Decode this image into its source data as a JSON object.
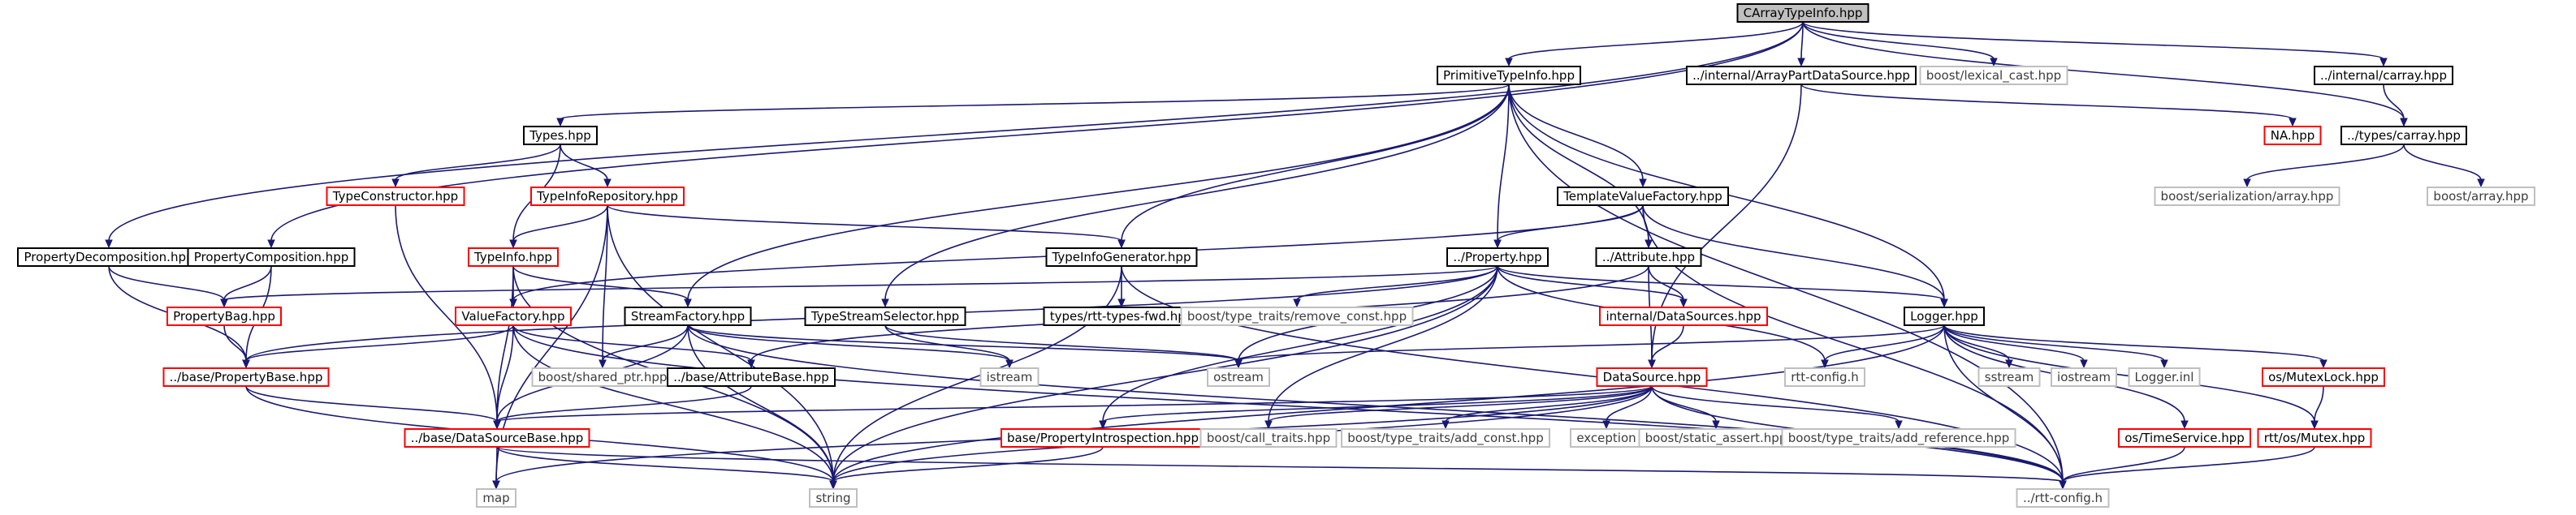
{
  "colors": {
    "edge": "#191970",
    "root_fill": "#bfbfbf",
    "plain_stroke": "#000000",
    "red_stroke": "#ff0000",
    "nodoc_stroke": "#bfbfbf",
    "text_dark": "#000000",
    "text_gray": "#3c3c3c"
  },
  "nodes": [
    {
      "id": "carraytypeinfo",
      "label": "CArrayTypeInfo.hpp",
      "kind": "root"
    },
    {
      "id": "primitivetypeinfo",
      "label": "PrimitiveTypeInfo.hpp",
      "kind": "plain"
    },
    {
      "id": "arraypartdatasource",
      "label": "../internal/ArrayPartDataSource.hpp",
      "kind": "plain"
    },
    {
      "id": "lexical_cast",
      "label": "boost/lexical_cast.hpp",
      "kind": "nodoc"
    },
    {
      "id": "internal_carray",
      "label": "../internal/carray.hpp",
      "kind": "plain"
    },
    {
      "id": "types_hpp",
      "label": "Types.hpp",
      "kind": "plain"
    },
    {
      "id": "na_hpp",
      "label": "NA.hpp",
      "kind": "red"
    },
    {
      "id": "types_carray",
      "label": "../types/carray.hpp",
      "kind": "plain"
    },
    {
      "id": "typeconstructor",
      "label": "TypeConstructor.hpp",
      "kind": "red"
    },
    {
      "id": "typeinforepository",
      "label": "TypeInfoRepository.hpp",
      "kind": "red"
    },
    {
      "id": "templatevaluefactory",
      "label": "TemplateValueFactory.hpp",
      "kind": "plain"
    },
    {
      "id": "boost_serialization_array",
      "label": "boost/serialization/array.hpp",
      "kind": "nodoc"
    },
    {
      "id": "boost_array",
      "label": "boost/array.hpp",
      "kind": "nodoc"
    },
    {
      "id": "propertydecomposition",
      "label": "PropertyDecomposition.hpp",
      "kind": "plain"
    },
    {
      "id": "propertycomposition",
      "label": "PropertyComposition.hpp",
      "kind": "plain"
    },
    {
      "id": "typeinfo_hpp",
      "label": "TypeInfo.hpp",
      "kind": "red"
    },
    {
      "id": "typeinfogenerator",
      "label": "TypeInfoGenerator.hpp",
      "kind": "plain"
    },
    {
      "id": "property_hpp",
      "label": "../Property.hpp",
      "kind": "plain"
    },
    {
      "id": "attribute_hpp",
      "label": "../Attribute.hpp",
      "kind": "plain"
    },
    {
      "id": "propertybag",
      "label": "PropertyBag.hpp",
      "kind": "red"
    },
    {
      "id": "valuefactory",
      "label": "ValueFactory.hpp",
      "kind": "red"
    },
    {
      "id": "streamfactory",
      "label": "StreamFactory.hpp",
      "kind": "plain"
    },
    {
      "id": "typestreamselector",
      "label": "TypeStreamSelector.hpp",
      "kind": "plain"
    },
    {
      "id": "types_rtt_fwd",
      "label": "types/rtt-types-fwd.hpp",
      "kind": "plain"
    },
    {
      "id": "remove_const",
      "label": "boost/type_traits/remove_const.hpp",
      "kind": "nodoc"
    },
    {
      "id": "internal_datasources",
      "label": "internal/DataSources.hpp",
      "kind": "red"
    },
    {
      "id": "logger_hpp",
      "label": "Logger.hpp",
      "kind": "plain"
    },
    {
      "id": "base_propertybase",
      "label": "../base/PropertyBase.hpp",
      "kind": "red"
    },
    {
      "id": "shared_ptr",
      "label": "boost/shared_ptr.hpp",
      "kind": "nodoc"
    },
    {
      "id": "base_attributebase",
      "label": "../base/AttributeBase.hpp",
      "kind": "plain"
    },
    {
      "id": "istream",
      "label": "istream",
      "kind": "nodoc"
    },
    {
      "id": "ostream",
      "label": "ostream",
      "kind": "nodoc"
    },
    {
      "id": "rtt_config_h",
      "label": "rtt-config.h",
      "kind": "nodoc"
    },
    {
      "id": "sstream",
      "label": "sstream",
      "kind": "nodoc"
    },
    {
      "id": "iostream",
      "label": "iostream",
      "kind": "nodoc"
    },
    {
      "id": "logger_inl",
      "label": "Logger.inl",
      "kind": "nodoc"
    },
    {
      "id": "os_mutexlock",
      "label": "os/MutexLock.hpp",
      "kind": "red"
    },
    {
      "id": "datasource_hpp",
      "label": "DataSource.hpp",
      "kind": "red"
    },
    {
      "id": "base_datasourcebase",
      "label": "../base/DataSourceBase.hpp",
      "kind": "red"
    },
    {
      "id": "base_propertyintrospection",
      "label": "base/PropertyIntrospection.hpp",
      "kind": "red"
    },
    {
      "id": "call_traits",
      "label": "boost/call_traits.hpp",
      "kind": "nodoc"
    },
    {
      "id": "add_const",
      "label": "boost/type_traits/add_const.hpp",
      "kind": "nodoc"
    },
    {
      "id": "exception",
      "label": "exception",
      "kind": "nodoc"
    },
    {
      "id": "static_assert",
      "label": "boost/static_assert.hpp",
      "kind": "nodoc"
    },
    {
      "id": "add_reference",
      "label": "boost/type_traits/add_reference.hpp",
      "kind": "nodoc"
    },
    {
      "id": "os_timeservice",
      "label": "os/TimeService.hpp",
      "kind": "red"
    },
    {
      "id": "rtt_os_mutex",
      "label": "rtt/os/Mutex.hpp",
      "kind": "red"
    },
    {
      "id": "map",
      "label": "map",
      "kind": "nodoc"
    },
    {
      "id": "string",
      "label": "string",
      "kind": "nodoc"
    },
    {
      "id": "dotdot_rtt_config_h",
      "label": "../rtt-config.h",
      "kind": "nodoc"
    }
  ],
  "edges": [
    [
      "carraytypeinfo",
      "primitivetypeinfo"
    ],
    [
      "carraytypeinfo",
      "arraypartdatasource"
    ],
    [
      "carraytypeinfo",
      "lexical_cast"
    ],
    [
      "carraytypeinfo",
      "internal_carray"
    ],
    [
      "carraytypeinfo",
      "types_carray"
    ],
    [
      "carraytypeinfo",
      "propertydecomposition"
    ],
    [
      "carraytypeinfo",
      "propertycomposition"
    ],
    [
      "primitivetypeinfo",
      "types_hpp"
    ],
    [
      "primitivetypeinfo",
      "templatevaluefactory"
    ],
    [
      "primitivetypeinfo",
      "typeinfogenerator"
    ],
    [
      "primitivetypeinfo",
      "property_hpp"
    ],
    [
      "primitivetypeinfo",
      "attribute_hpp"
    ],
    [
      "primitivetypeinfo",
      "streamfactory"
    ],
    [
      "primitivetypeinfo",
      "typestreamselector"
    ],
    [
      "primitivetypeinfo",
      "logger_hpp"
    ],
    [
      "primitivetypeinfo",
      "dotdot_rtt_config_h"
    ],
    [
      "arraypartdatasource",
      "na_hpp"
    ],
    [
      "arraypartdatasource",
      "datasource_hpp"
    ],
    [
      "internal_carray",
      "types_carray"
    ],
    [
      "types_carray",
      "boost_serialization_array"
    ],
    [
      "types_carray",
      "boost_array"
    ],
    [
      "types_hpp",
      "typeconstructor"
    ],
    [
      "types_hpp",
      "typeinforepository"
    ],
    [
      "types_hpp",
      "typeinfo_hpp"
    ],
    [
      "typeconstructor",
      "base_datasourcebase"
    ],
    [
      "typeinforepository",
      "typeinfo_hpp"
    ],
    [
      "typeinforepository",
      "typeinfogenerator"
    ],
    [
      "typeinforepository",
      "shared_ptr"
    ],
    [
      "typeinforepository",
      "map"
    ],
    [
      "typeinforepository",
      "string"
    ],
    [
      "templatevaluefactory",
      "property_hpp"
    ],
    [
      "templatevaluefactory",
      "attribute_hpp"
    ],
    [
      "templatevaluefactory",
      "valuefactory"
    ],
    [
      "templatevaluefactory",
      "logger_hpp"
    ],
    [
      "templatevaluefactory",
      "dotdot_rtt_config_h"
    ],
    [
      "propertydecomposition",
      "propertybag"
    ],
    [
      "propertydecomposition",
      "base_propertybase"
    ],
    [
      "propertycomposition",
      "propertybag"
    ],
    [
      "propertycomposition",
      "base_propertybase"
    ],
    [
      "typeinfo_hpp",
      "valuefactory"
    ],
    [
      "typeinfo_hpp",
      "streamfactory"
    ],
    [
      "typeinfo_hpp",
      "base_datasourcebase"
    ],
    [
      "typeinfo_hpp",
      "string"
    ],
    [
      "typeinfogenerator",
      "types_rtt_fwd"
    ],
    [
      "typeinfogenerator",
      "string"
    ],
    [
      "typeinfogenerator",
      "dotdot_rtt_config_h"
    ],
    [
      "property_hpp",
      "propertybag"
    ],
    [
      "property_hpp",
      "base_propertybase"
    ],
    [
      "property_hpp",
      "internal_datasources"
    ],
    [
      "property_hpp",
      "remove_const"
    ],
    [
      "property_hpp",
      "logger_hpp"
    ],
    [
      "property_hpp",
      "base_propertyintrospection"
    ],
    [
      "property_hpp",
      "call_traits"
    ],
    [
      "property_hpp",
      "ostream"
    ],
    [
      "property_hpp",
      "string"
    ],
    [
      "property_hpp",
      "rtt_config_h"
    ],
    [
      "attribute_hpp",
      "internal_datasources"
    ],
    [
      "attribute_hpp",
      "base_attributebase"
    ],
    [
      "attribute_hpp",
      "datasource_hpp"
    ],
    [
      "propertybag",
      "base_propertybase"
    ],
    [
      "valuefactory",
      "base_propertybase"
    ],
    [
      "valuefactory",
      "base_attributebase"
    ],
    [
      "valuefactory",
      "base_datasourcebase"
    ],
    [
      "valuefactory",
      "string"
    ],
    [
      "valuefactory",
      "dotdot_rtt_config_h"
    ],
    [
      "streamfactory",
      "shared_ptr"
    ],
    [
      "streamfactory",
      "base_datasourcebase"
    ],
    [
      "streamfactory",
      "istream"
    ],
    [
      "streamfactory",
      "ostream"
    ],
    [
      "streamfactory",
      "string"
    ],
    [
      "streamfactory",
      "dotdot_rtt_config_h"
    ],
    [
      "typestreamselector",
      "istream"
    ],
    [
      "typestreamselector",
      "ostream"
    ],
    [
      "internal_datasources",
      "datasource_hpp"
    ],
    [
      "logger_hpp",
      "ostream"
    ],
    [
      "logger_hpp",
      "rtt_config_h"
    ],
    [
      "logger_hpp",
      "sstream"
    ],
    [
      "logger_hpp",
      "iostream"
    ],
    [
      "logger_hpp",
      "logger_inl"
    ],
    [
      "logger_hpp",
      "os_mutexlock"
    ],
    [
      "logger_hpp",
      "os_timeservice"
    ],
    [
      "logger_hpp",
      "rtt_os_mutex"
    ],
    [
      "logger_hpp",
      "string"
    ],
    [
      "logger_hpp",
      "dotdot_rtt_config_h"
    ],
    [
      "base_propertybase",
      "base_datasourcebase"
    ],
    [
      "base_propertybase",
      "string"
    ],
    [
      "base_attributebase",
      "base_datasourcebase"
    ],
    [
      "os_mutexlock",
      "rtt_os_mutex"
    ],
    [
      "datasource_hpp",
      "base_datasourcebase"
    ],
    [
      "datasource_hpp",
      "base_propertyintrospection"
    ],
    [
      "datasource_hpp",
      "call_traits"
    ],
    [
      "datasource_hpp",
      "add_const"
    ],
    [
      "datasource_hpp",
      "exception"
    ],
    [
      "datasource_hpp",
      "static_assert"
    ],
    [
      "datasource_hpp",
      "add_reference"
    ],
    [
      "datasource_hpp",
      "map"
    ],
    [
      "datasource_hpp",
      "string"
    ],
    [
      "datasource_hpp",
      "dotdot_rtt_config_h"
    ],
    [
      "base_datasourcebase",
      "map"
    ],
    [
      "base_datasourcebase",
      "string"
    ],
    [
      "base_datasourcebase",
      "dotdot_rtt_config_h"
    ],
    [
      "base_propertyintrospection",
      "string"
    ],
    [
      "os_timeservice",
      "dotdot_rtt_config_h"
    ],
    [
      "rtt_os_mutex",
      "dotdot_rtt_config_h"
    ]
  ]
}
